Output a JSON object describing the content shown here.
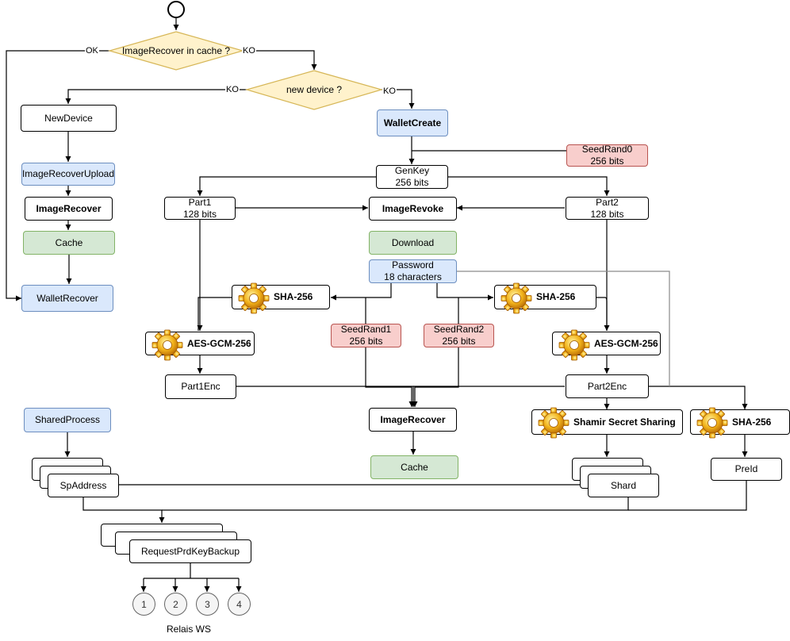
{
  "decisions": {
    "cache_question": "ImageRecover in cache ?",
    "device_question": "new device ?",
    "ok": "OK",
    "ko": "KO"
  },
  "nodes": {
    "new_device": "NewDevice",
    "image_recover_upload": "ImageRecoverUpload",
    "image_recover_left": "ImageRecover",
    "cache_left": "Cache",
    "wallet_recover": "WalletRecover",
    "wallet_create": "WalletCreate",
    "seed_rand0": [
      "SeedRand0",
      "256 bits"
    ],
    "gen_key": [
      "GenKey",
      "256 bits"
    ],
    "part1": [
      "Part1",
      "128 bits"
    ],
    "image_revoke": "ImageRevoke",
    "part2": [
      "Part2",
      "128 bits"
    ],
    "download": "Download",
    "password": [
      "Password",
      "18 characters"
    ],
    "sha256_left": "SHA-256",
    "sha256_right": "SHA-256",
    "seed_rand1": [
      "SeedRand1",
      "256 bits"
    ],
    "seed_rand2": [
      "SeedRand2",
      "256 bits"
    ],
    "aes_left": "AES-GCM-256",
    "aes_right": "AES-GCM-256",
    "part1_enc": "Part1Enc",
    "part2_enc": "Part2Enc",
    "image_recover_center": "ImageRecover",
    "cache_center": "Cache",
    "shamir": "Shamir Secret Sharing",
    "sha256_prelid": "SHA-256",
    "shared_process": "SharedProcess",
    "sp_address": "SpAddress",
    "shard": "Shard",
    "prelid": "PreId",
    "request_backup": "RequestPrdKeyBackup"
  },
  "relays": {
    "items": [
      "1",
      "2",
      "3",
      "4"
    ],
    "caption": "Relais WS"
  },
  "colors": {
    "blue_fill": "#dae8fc",
    "blue_stroke": "#6c8ebf",
    "green_fill": "#d5e8d4",
    "green_stroke": "#82b366",
    "red_fill": "#f8cecc",
    "red_stroke": "#b85450",
    "diamond_fill": "#fff2cc",
    "diamond_stroke": "#d6b656",
    "gear_icon": "gear-icon"
  }
}
